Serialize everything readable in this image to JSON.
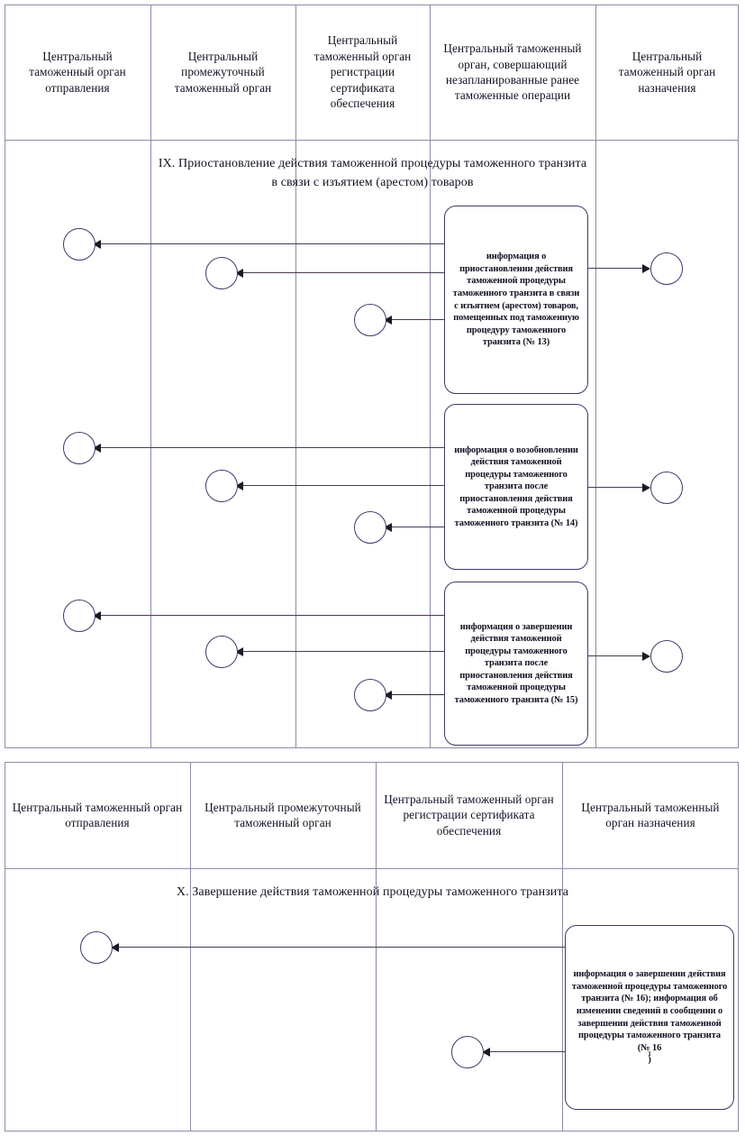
{
  "document": {
    "title": "Схема информационного взаимодействия при таможенном транзите"
  },
  "colors": {
    "table_border": "#8c8ca8",
    "row_divider": "#a8b6d8",
    "node_stroke": "#3b3b6b",
    "arrow": "#4a3a52",
    "text": "#111122"
  },
  "section_ix": {
    "headers": [
      "Центральный таможенный орган отправления",
      "Центральный промежуточный таможенный орган",
      "Центральный таможенный орган регистрации сертификата обеспечения",
      "Центральный таможенный орган, совершающий незапланированные ранее таможенные операции",
      "Центральный таможенный орган назначения"
    ],
    "title_line1": "IX. Приостановление действия таможенной процедуры таможенного транзита",
    "title_line2": "в связи с изъятием (арестом) товаров",
    "messages": [
      {
        "id": "msg-13",
        "text": "информация о приостановлении действия таможенной процедуры таможенного транзита в связи с изъятием (арестом) товаров, помещенных под таможенную процедуру таможенного транзита (№ 13)",
        "number": "№ 13"
      },
      {
        "id": "msg-14",
        "text": "информация о возобновлении действия таможенной процедуры таможенного транзита после приостановления действия таможенной процедуры таможенного транзита (№ 14)",
        "number": "№ 14"
      },
      {
        "id": "msg-15",
        "text": "информация о завершении действия таможенной процедуры таможенного транзита после приостановления действия таможенной процедуры таможенного транзита (№ 15)",
        "number": "№ 15"
      }
    ]
  },
  "section_x": {
    "headers": [
      "Центральный таможенный орган отправления",
      "Центральный промежуточный таможенный орган",
      "Центральный таможенный орган регистрации сертификата обеспечения",
      "Центральный таможенный орган назначения"
    ],
    "title_line1": "X. Завершение действия таможенной процедуры таможенного транзита",
    "messages": [
      {
        "id": "msg-16",
        "text_part1": "информация о завершении действия таможенной процедуры таможенного транзита (№ 16); информация об изменении сведений в сообщении о завершении действия таможенной процедуры таможенного транзита (№ 16",
        "text_sup": "1",
        "text_part2": ")",
        "number": "№ 16"
      }
    ]
  }
}
